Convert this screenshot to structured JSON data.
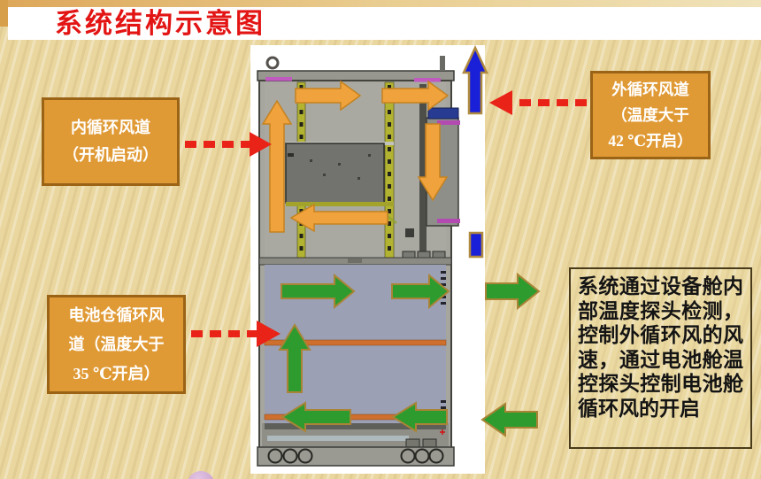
{
  "slide": {
    "title": "系统结构示意图"
  },
  "callouts": {
    "internal_duct": {
      "lines": [
        "内循环风道",
        "（开机启动）"
      ]
    },
    "external_duct": {
      "lines": [
        "外循环风道",
        "（温度大于",
        "42 ℃开启）"
      ]
    },
    "battery_duct": {
      "lines": [
        "电池仓循环风",
        "道（温度大于",
        "35 ℃开启）"
      ]
    },
    "description": {
      "text": "系统通过设备舱内部温度探头检测，控制外循环风的风速，通过电池舱温控探头控制电池舱循环风的开启"
    }
  },
  "diagram": {
    "name": "cabinet-airflow-schematic",
    "colors": {
      "internal_flow_arrow": "#F0A23C",
      "battery_flow_arrow": "#2E9B2F",
      "external_flow_arrow": "#1A1FD8",
      "callout_pointer_arrow": "#E92318",
      "callout_box_fill": "#E09A35",
      "callout_box_border": "#9A6316",
      "slide_background": "#EAD79F",
      "title_color": "#E31414"
    }
  }
}
